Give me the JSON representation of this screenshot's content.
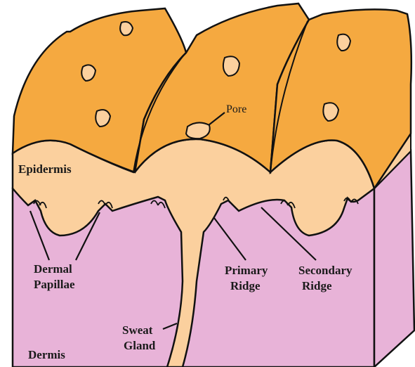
{
  "colors": {
    "ridge_top": "#f5a940",
    "epidermis": "#fbd09e",
    "dermis": "#e8b3d8",
    "outline": "#111111",
    "text": "#1a1a1a"
  },
  "labels": {
    "pore": "Pore",
    "epidermis": "Epidermis",
    "dermal_line1": "Dermal",
    "dermal_line2": "Papillae",
    "primary_line1": "Primary",
    "primary_line2": "Ridge",
    "secondary_line1": "Secondary",
    "secondary_line2": "Ridge",
    "sweat_line1": "Sweat",
    "sweat_line2": "Gland",
    "dermis": "Dermis"
  }
}
